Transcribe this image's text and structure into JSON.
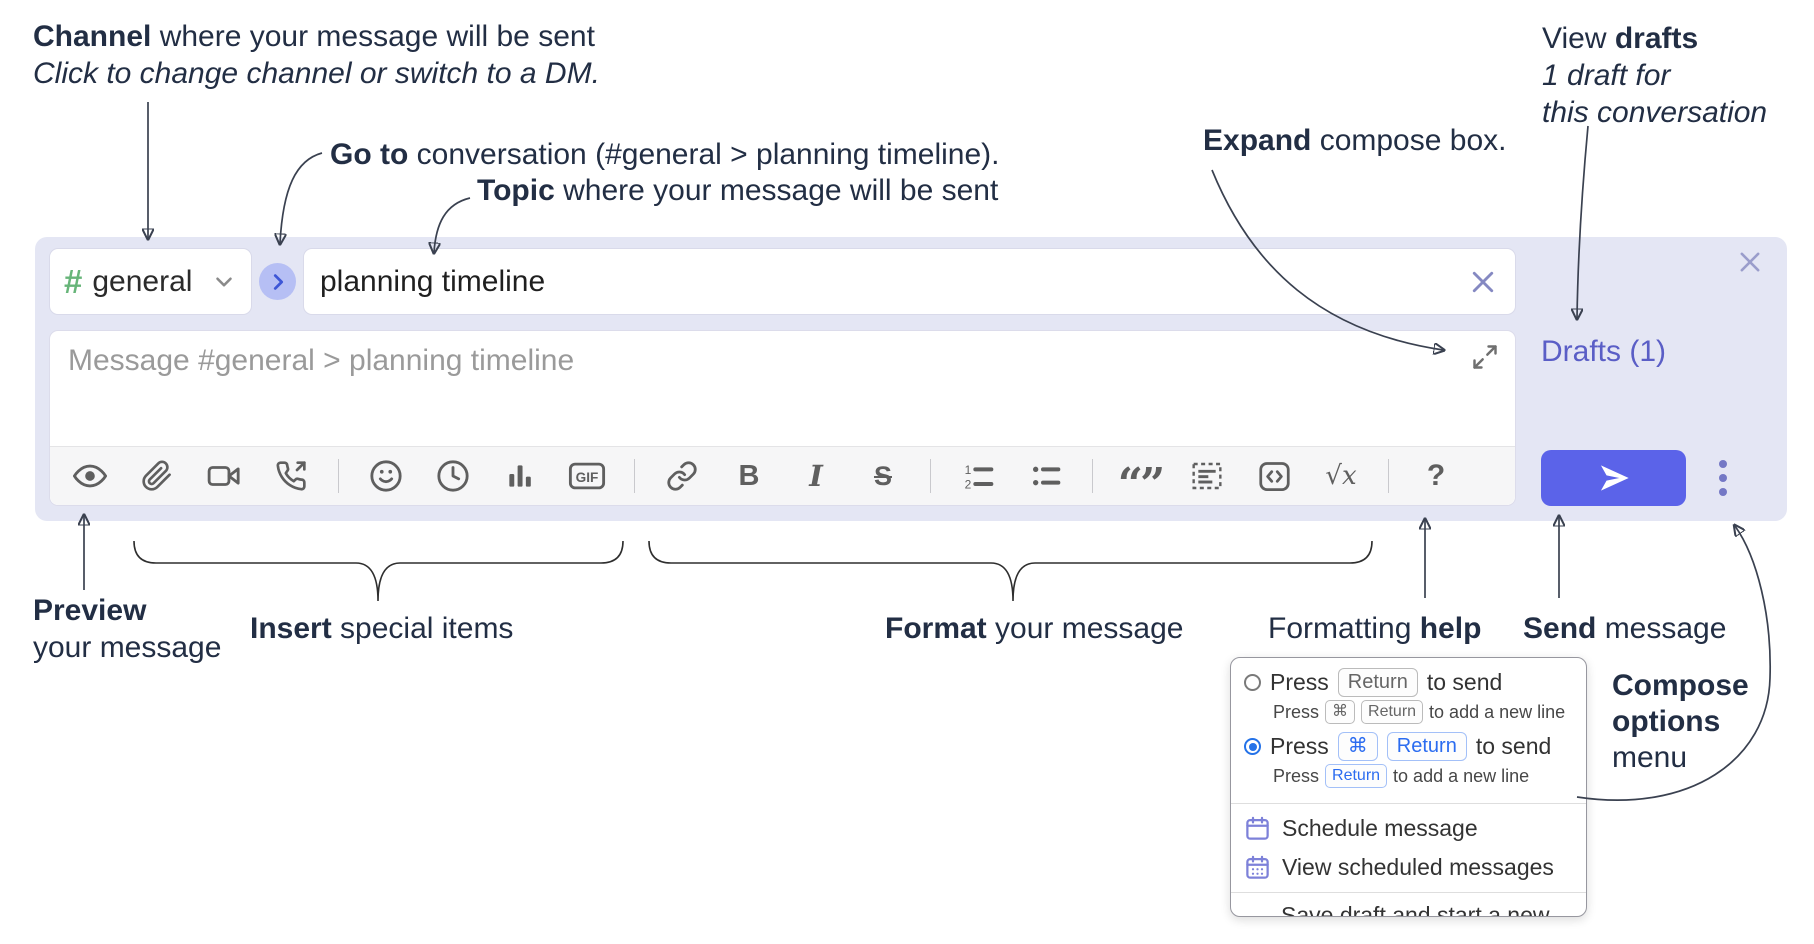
{
  "annotations": {
    "channel": {
      "bold": "Channel",
      "rest": " where your message will be sent",
      "sub": "Click to change channel or switch to a DM."
    },
    "goto": {
      "bold": "Go to",
      "rest": " conversation (#general > planning timeline)."
    },
    "topic": {
      "bold": "Topic",
      "rest": " where your message will be sent"
    },
    "expand": {
      "bold": "Expand",
      "rest": " compose box."
    },
    "drafts": {
      "line1_regular": "View ",
      "line1_bold": "drafts",
      "line2": "1 draft for",
      "line3": "this conversation"
    },
    "preview": {
      "bold": "Preview",
      "line2": "your message"
    },
    "insert": {
      "bold": "Insert",
      "rest": " special items"
    },
    "format": {
      "bold": "Format",
      "rest": " your message"
    },
    "help": {
      "regular": "Formatting ",
      "bold": "help"
    },
    "send": {
      "bold": "Send",
      "rest": " message"
    },
    "compose_options": {
      "line1": "Compose",
      "line2": "options",
      "line3": "menu"
    }
  },
  "compose": {
    "channel_selector": {
      "hash": "#",
      "label": "general"
    },
    "topic_input": {
      "value": "planning timeline"
    },
    "message_input": {
      "placeholder": "Message #general > planning timeline"
    },
    "drafts_link": "Drafts (1)",
    "toolbar": {
      "gif": "GIF",
      "bold": "B",
      "italic": "I",
      "strike": "S",
      "quote": "“”",
      "math": "√x",
      "help": "?",
      "icons": [
        "preview-eye",
        "attach-file",
        "start-video-call",
        "start-voice-call",
        "emoji",
        "add-global-time",
        "add-poll",
        "add-gif",
        "link",
        "bold",
        "italic",
        "strikethrough",
        "numbered-list",
        "bulleted-list",
        "quote",
        "spoiler",
        "code",
        "math",
        "message-formatting-help",
        "send",
        "compose-options"
      ]
    }
  },
  "popup": {
    "option1": {
      "press": "Press",
      "key": "Return",
      "to_send": "to send",
      "sub_press": "Press",
      "sub_key1": "⌘",
      "sub_key2": "Return",
      "sub_rest": "to add a new line"
    },
    "option2": {
      "press": "Press",
      "key1": "⌘",
      "key2": "Return",
      "to_send": "to send",
      "sub_press": "Press",
      "sub_key": "Return",
      "sub_rest": "to add a new line"
    },
    "items": [
      {
        "label": "Schedule message"
      },
      {
        "label": "View scheduled messages"
      },
      {
        "label": "Save draft and start a new message"
      }
    ]
  },
  "colors": {
    "compose_background": "#e4e6f4",
    "send_button": "#5b63e9",
    "channel_hash_green": "#67b579",
    "drafts_link": "#5a5ec6",
    "selected_radio_blue": "#2472e8",
    "kbd_blue": "#2b6cf0",
    "annotation_text": "#222e44"
  }
}
